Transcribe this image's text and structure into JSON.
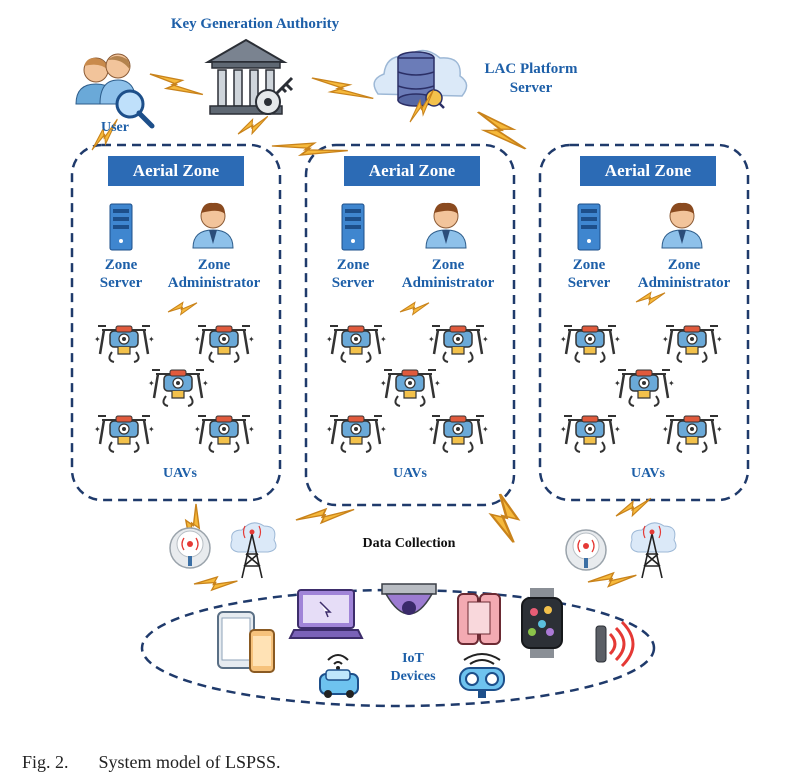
{
  "title": "Key Generation Authority",
  "platform": {
    "line1": "LAC Platform",
    "line2": "Server"
  },
  "user_label": "User",
  "zones": [
    {
      "header": "Aerial Zone",
      "server": [
        "Zone",
        "Server"
      ],
      "admin": [
        "Zone",
        "Administrator"
      ],
      "uavs": "UAVs"
    },
    {
      "header": "Aerial Zone",
      "server": [
        "Zone",
        "Server"
      ],
      "admin": [
        "Zone",
        "Administrator"
      ],
      "uavs": "UAVs"
    },
    {
      "header": "Aerial Zone",
      "server": [
        "Zone",
        "Server"
      ],
      "admin": [
        "Zone",
        "Administrator"
      ],
      "uavs": "UAVs"
    }
  ],
  "data_collection": "Data Collection",
  "iot": {
    "line1": "IoT",
    "line2": "Devices"
  },
  "caption": {
    "figure": "Fig. 2.",
    "text": "System model of LSPSS."
  },
  "colors": {
    "zone_header": "#2c6bb5",
    "label_blue": "#1d5fa8",
    "dashed_border": "#1f3a6b",
    "lightning": "#f6b93b"
  }
}
